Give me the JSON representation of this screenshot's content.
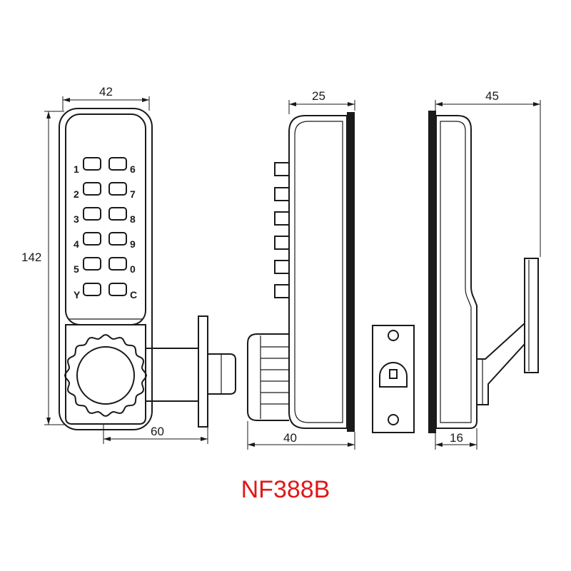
{
  "model_label": "NF388B",
  "colors": {
    "line": "#1a1a1a",
    "model_label": "#e01818",
    "background": "#ffffff"
  },
  "front_view": {
    "dimensions": {
      "width": "42",
      "height": "142",
      "latch_length": "60"
    },
    "keys_left": [
      "1",
      "2",
      "3",
      "4",
      "5",
      "Y"
    ],
    "keys_right": [
      "6",
      "7",
      "8",
      "9",
      "0",
      "C"
    ]
  },
  "side_view": {
    "dimensions": {
      "body_depth": "25",
      "overall_depth": "40"
    }
  },
  "lever_view": {
    "dimensions": {
      "lever_depth": "45",
      "base_depth": "16"
    }
  }
}
